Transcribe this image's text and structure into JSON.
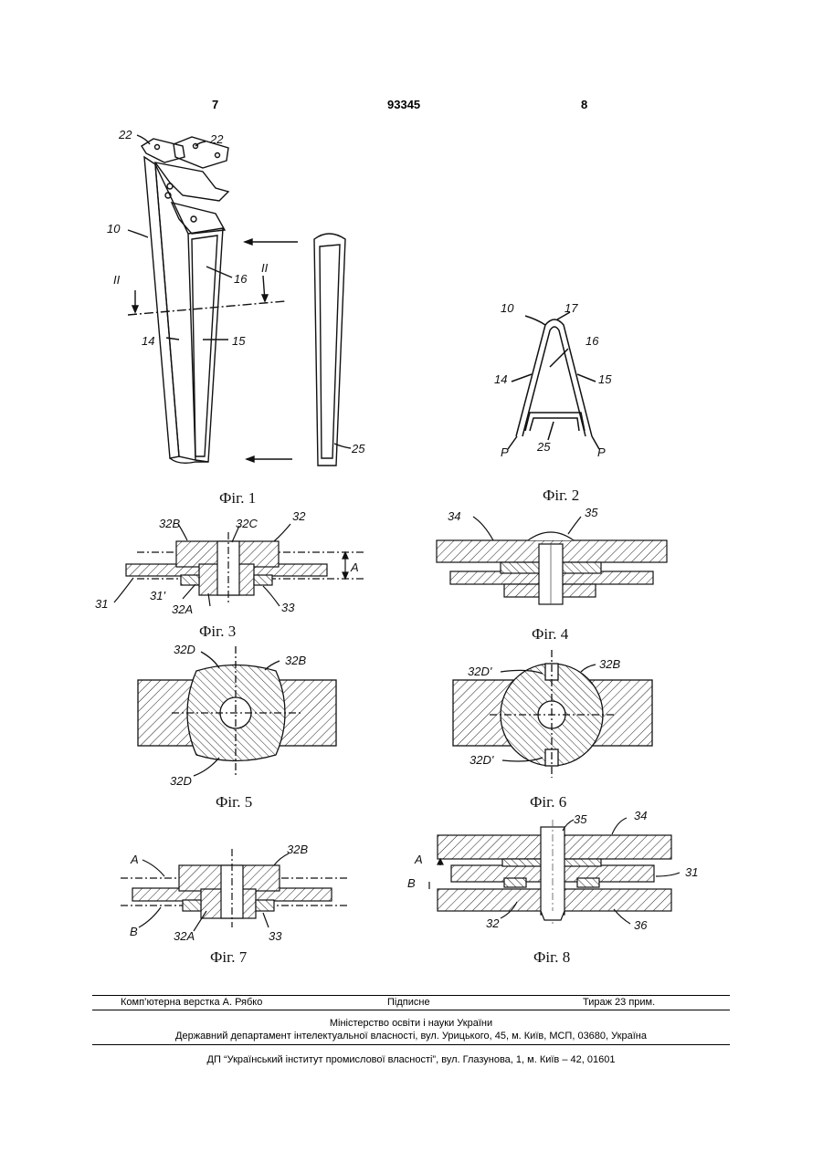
{
  "header": {
    "left_page": "7",
    "patent_number": "93345",
    "right_page": "8"
  },
  "figures": [
    {
      "caption": "Фіг. 1",
      "labels": [
        "22",
        "22",
        "10",
        "II",
        "II",
        "16",
        "14",
        "15",
        "25"
      ]
    },
    {
      "caption": "Фіг. 2",
      "labels": [
        "10",
        "17",
        "16",
        "14",
        "15",
        "25",
        "P",
        "P"
      ]
    },
    {
      "caption": "Фіг. 3",
      "labels": [
        "32B",
        "32C",
        "32",
        "A",
        "31",
        "31'",
        "32A",
        "33"
      ]
    },
    {
      "caption": "Фіг. 4",
      "labels": [
        "34",
        "35"
      ]
    },
    {
      "caption": "Фіг. 5",
      "labels": [
        "32D",
        "32B",
        "32D"
      ]
    },
    {
      "caption": "Фіг. 6",
      "labels": [
        "32D'",
        "32B",
        "32D'"
      ]
    },
    {
      "caption": "Фіг. 7",
      "labels": [
        "A",
        "32B",
        "B",
        "32A",
        "33"
      ]
    },
    {
      "caption": "Фіг. 8",
      "labels": [
        "35",
        "34",
        "A",
        "31",
        "B",
        "32",
        "36"
      ]
    }
  ],
  "footer": {
    "layout": "Комп’ютерна верстка А. Рябко",
    "signed": "Підписне",
    "circulation": "Тираж 23 прим.",
    "ministry": "Міністерство освіти і науки України",
    "department": "Державний департамент інтелектуальної власності, вул. Урицького, 45, м. Київ, МСП, 03680, Україна",
    "institute": "ДП “Український інститут промислової власності”, вул. Глазунова, 1, м. Київ – 42, 01601"
  }
}
